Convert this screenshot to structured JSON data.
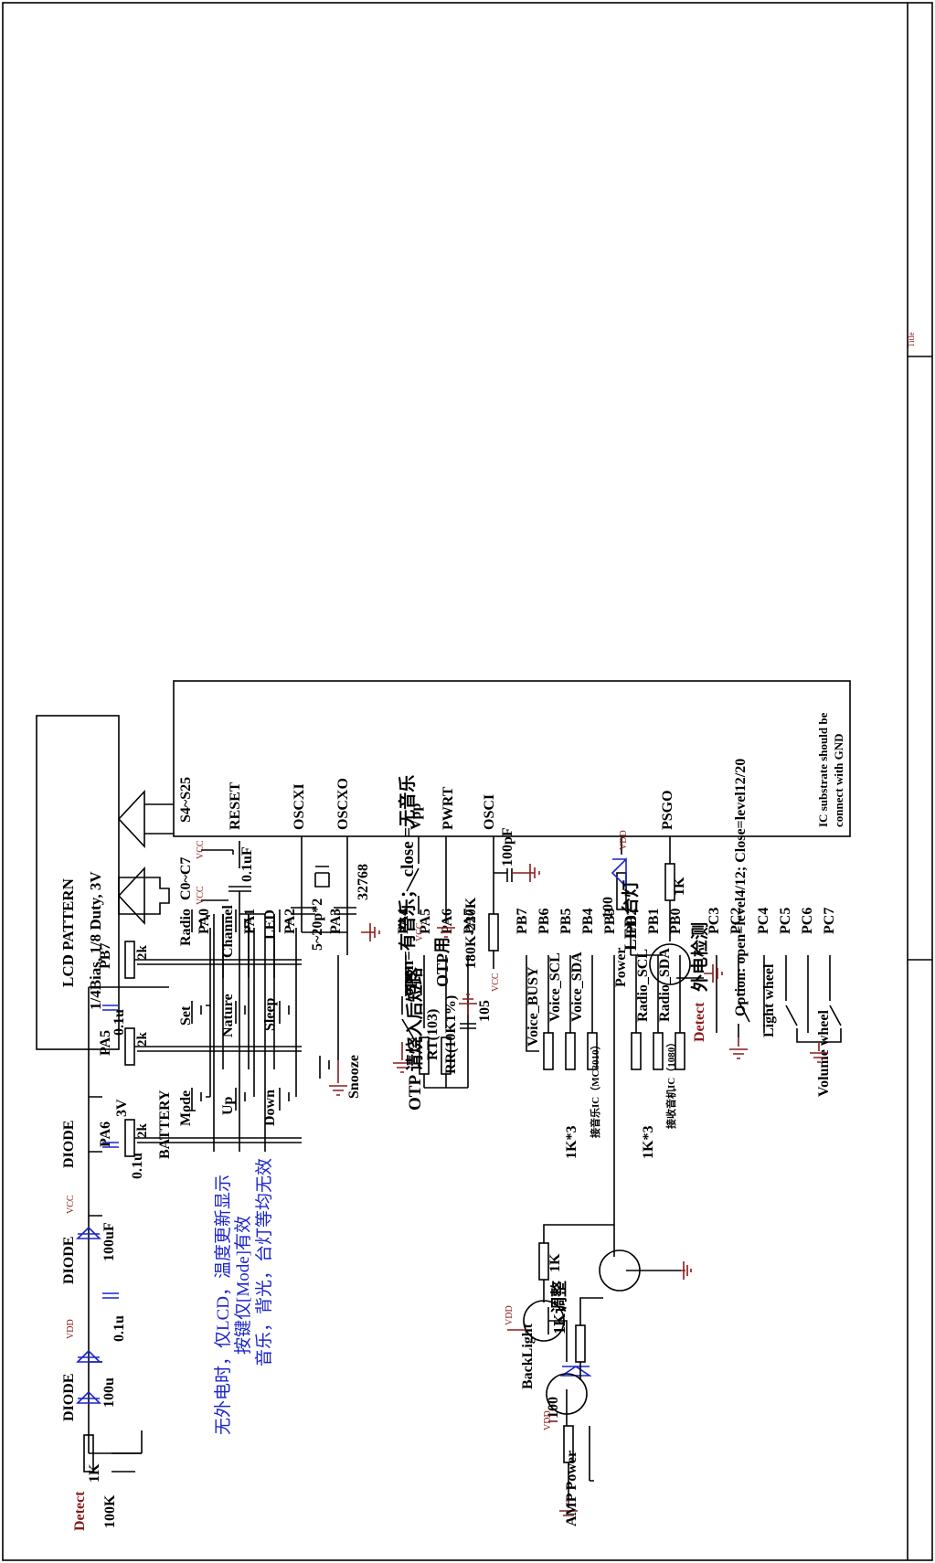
{
  "colors": {
    "wire": "#000000",
    "accent": "#1a24c8",
    "net": "#8b1a1a"
  },
  "lcd": {
    "line1": "LCD PATTERN",
    "line2": "1/4Bias, 1/8 Duty, 3V",
    "seg_c": "C0~C7",
    "seg_s": "S4~S25"
  },
  "ic": {
    "left_pins": [
      "RESET",
      "OSCXI",
      "OSCXO",
      "Vpp",
      "PWRT",
      "OSCI",
      "PSGO"
    ],
    "pa": [
      "PA0",
      "PA1",
      "PA2",
      "PA3",
      "PA4",
      "PA5",
      "PA6",
      "PA7"
    ],
    "pb": [
      "PB7",
      "PB6",
      "PB5",
      "PB4",
      "PB3",
      "PB2",
      "PB1",
      "PB0"
    ],
    "pc": [
      "PC3",
      "PC2",
      "PC4",
      "PC5",
      "PC6",
      "PC7"
    ],
    "note1": "IC substrate should be",
    "note2": "connect with GND"
  },
  "keys": {
    "cols": [
      "PA6",
      "PA5",
      "PB7"
    ],
    "res": "2k",
    "r1": [
      "Mode",
      "Set",
      "Radio"
    ],
    "r2": [
      "Up",
      "Nature",
      "Channel"
    ],
    "r3": [
      "Down",
      "Sleep",
      "LED"
    ],
    "snooze": "Snooze"
  },
  "power": {
    "detect": "Detect",
    "r100k": "100K",
    "r1k": "1K",
    "diode": "DIODE",
    "c100u": "100u",
    "vdd": "VDD",
    "c01u": "0.1u",
    "c100uf": "100uF",
    "vcc": "VCC",
    "battery": "BATTERY",
    "b3v": "3V"
  },
  "note_cn": {
    "l1": "无外电时，仅LCD，温度更新显示",
    "l2": "按键仅[Mode]有效",
    "l3": "音乐，背光，台灯等均无效"
  },
  "music": {
    "opt": "open=有音乐；   close =无音乐",
    "rt": "RT(103)",
    "rr": "RR(10K1%)",
    "c105": "105"
  },
  "bus": {
    "busy": "Voice_BUSY",
    "scl": "Voice_SCL",
    "sda": "Voice_SDA",
    "r3": "1K*3",
    "ic1": "接音乐IC（MC3010）",
    "power": "Power",
    "rscl": "Radio_SCL",
    "rsda": "Radio_SDA",
    "ic2": "接收音机IC（1080）"
  },
  "backlight": {
    "label": "BackLight",
    "r100": "100",
    "r1k": "1K"
  },
  "amp": {
    "label": "AMP Power",
    "adj": "1K调整"
  },
  "detect2": {
    "label": "Detect",
    "cn": "外电检测",
    "opt": "Option: open=level4/12; Close=level12/20"
  },
  "wheels": {
    "light": "Light wheel",
    "volume": "Volume wheel"
  },
  "osc": {
    "c01uf": "0.1uF",
    "cap": "5~20p*2",
    "xtal": "32768",
    "otp": "OTP 请烧入后短路",
    "otpuse": "OTP用",
    "rosc": "180K-220K",
    "c100pf": "100pF"
  },
  "led": {
    "r100": "100",
    "r1k": "1K",
    "label": "LED台灯"
  },
  "title": {
    "label": "Title"
  }
}
